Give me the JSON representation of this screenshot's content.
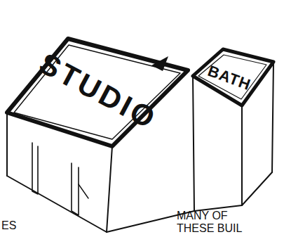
{
  "diagram": {
    "nodes": [
      {
        "text": [
          "STUDIO"
        ]
      },
      {
        "text": [
          "BATH"
        ]
      }
    ],
    "labels": [
      "ES",
      "MANY OF THESE BUIL"
    ]
  }
}
